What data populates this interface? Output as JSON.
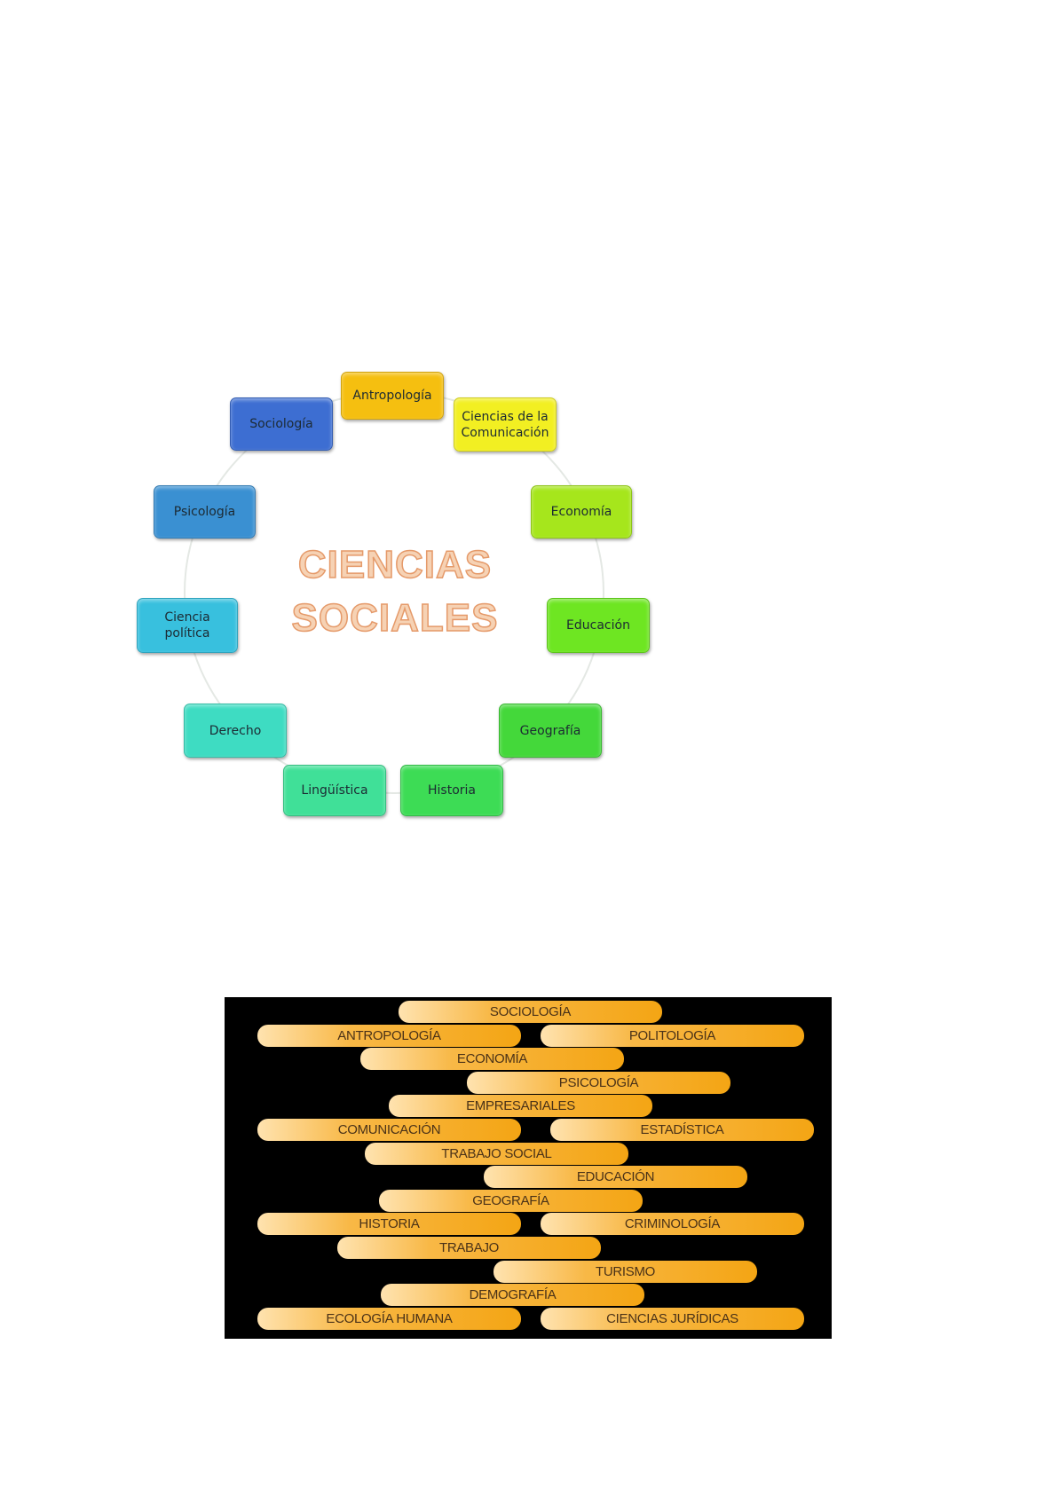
{
  "diagram": {
    "title_line1": "CIENCIAS",
    "title_line2": "SOCIALES",
    "nodes": [
      {
        "label": "Antropología",
        "color": "#f5bf10"
      },
      {
        "label": "Ciencias de la Comunicación",
        "color": "#f2ef22"
      },
      {
        "label": "Economía",
        "color": "#a6e61c"
      },
      {
        "label": "Educación",
        "color": "#6ee622"
      },
      {
        "label": "Geografía",
        "color": "#44d83a"
      },
      {
        "label": "Historia",
        "color": "#3ddc55"
      },
      {
        "label": "Lingüística",
        "color": "#40e098"
      },
      {
        "label": "Derecho",
        "color": "#3edcc2"
      },
      {
        "label": "Ciencia política",
        "color": "#38c0de"
      },
      {
        "label": "Psicología",
        "color": "#3a90d2"
      },
      {
        "label": "Sociología",
        "color": "#3d6ed2"
      }
    ]
  },
  "disciplines_banner": {
    "items": [
      "SOCIOLOGÍA",
      "ANTROPOLOGÍA",
      "POLITOLOGÍA",
      "ECONOMÍA",
      "PSICOLOGÍA",
      "EMPRESARIALES",
      "COMUNICACIÓN",
      "ESTADÍSTICA",
      "TRABAJO SOCIAL",
      "EDUCACIÓN",
      "GEOGRAFÍA",
      "HISTORIA",
      "CRIMINOLOGÍA",
      "TRABAJO",
      "TURISMO",
      "DEMOGRAFÍA",
      "ECOLOGÍA HUMANA",
      "CIENCIAS JURÍDICAS"
    ]
  }
}
